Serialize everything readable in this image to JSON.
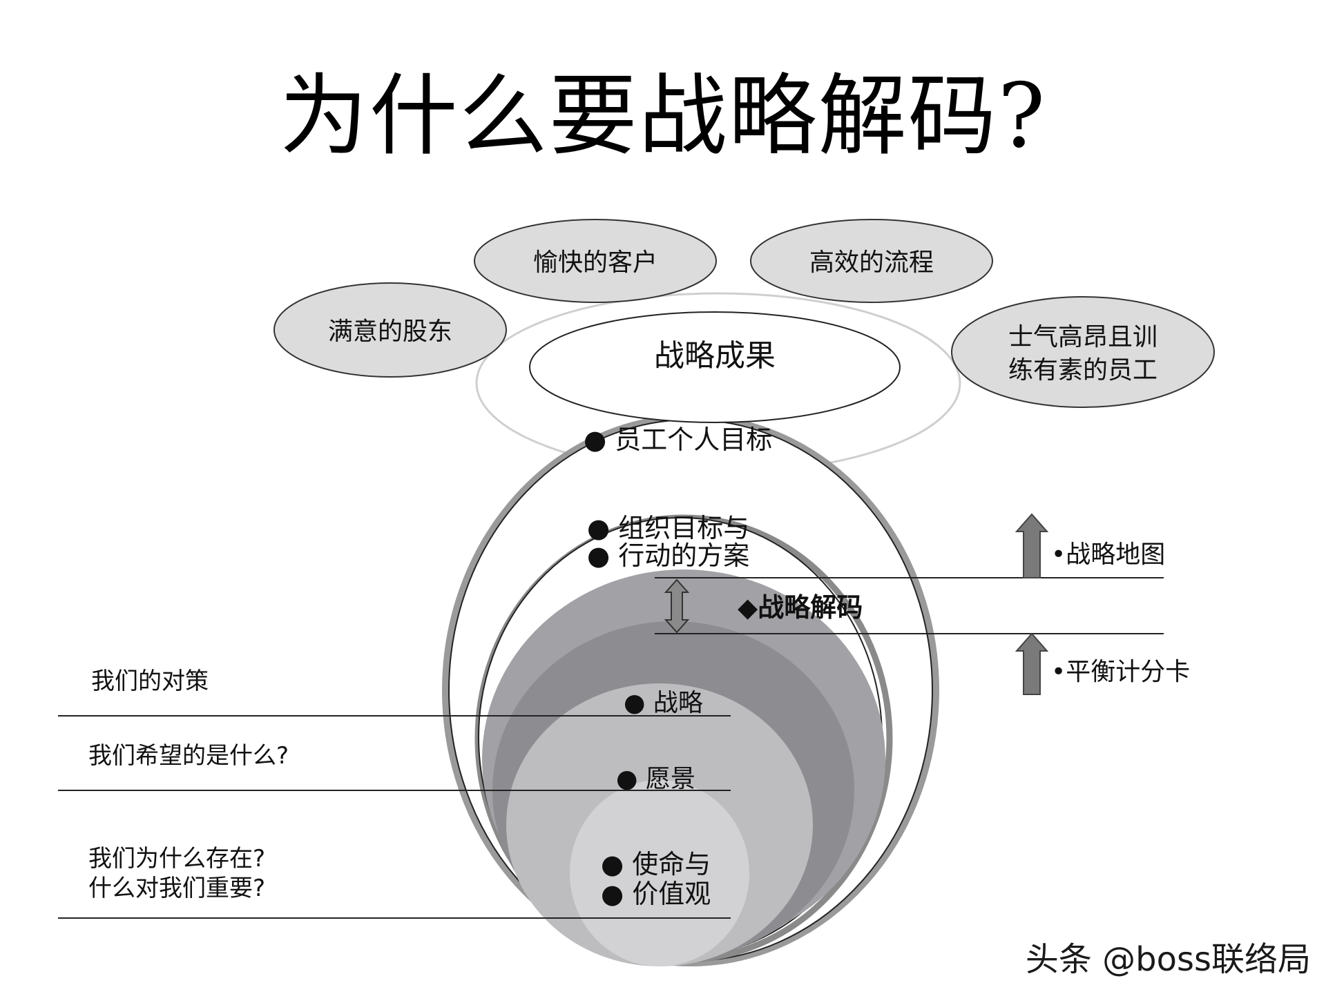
{
  "title": "为什么要战略解码?",
  "outcomes": {
    "center_label": "战略成果",
    "items": [
      "满意的股东",
      "愉快的客户",
      "高效的流程",
      "士气高昂且训",
      "练有素的员工"
    ]
  },
  "rings": {
    "personal": "● 员工个人目标",
    "org_line1": "● 组织目标与",
    "org_line2": "● 行动的方案",
    "strategy": "● 战略",
    "vision": "● 愿景",
    "mission_line1": "● 使命与",
    "mission_line2": "● 价值观"
  },
  "decode_label": "◆战略解码",
  "tools": {
    "map": "•战略地图",
    "scorecard": "•平衡计分卡"
  },
  "questions": {
    "q1": "我们的对策",
    "q2": "我们希望的是什么?",
    "q3_line1": "我们为什么存在?",
    "q3_line2": "什么对我们重要?"
  },
  "watermark": "头条 @boss联络局",
  "colors": {
    "oval_fill": "#dcdcdc",
    "ring_dark": "#8d8d91",
    "ring_mid": "#a2a2a6",
    "ring_light": "#bdbdc0",
    "ring_lightest": "#d2d2d4",
    "arrow": "#7a7a7a"
  }
}
